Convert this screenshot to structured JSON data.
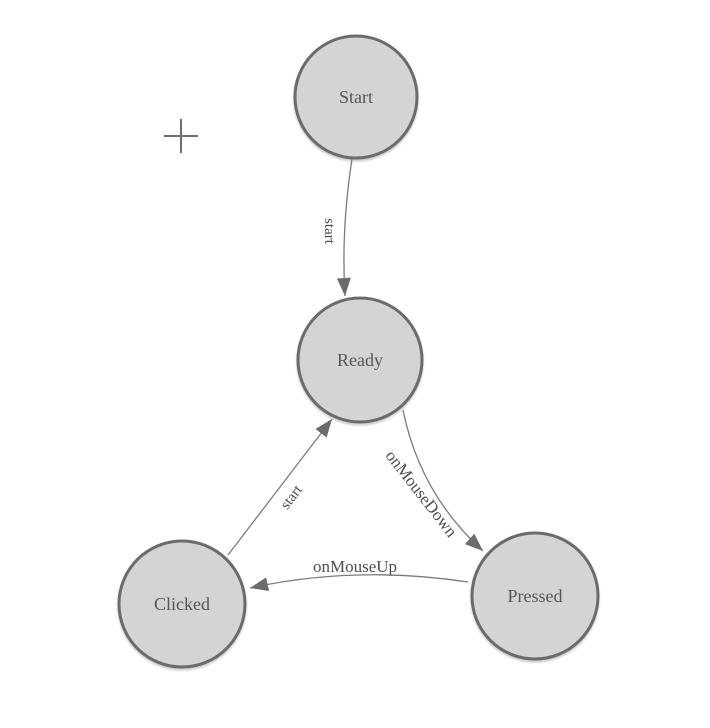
{
  "diagram": {
    "type": "state-machine",
    "colors": {
      "background": "#ffffff",
      "node_fill": "#d4d4d4",
      "node_stroke": "#6b6b6b",
      "edge": "#7b7b7b",
      "arrowhead": "#6b6b6b",
      "node_label": "#55565b",
      "edge_label": "#4d4e53",
      "crosshair": "#6f6f6f"
    },
    "nodes": [
      {
        "id": "start",
        "label": "Start"
      },
      {
        "id": "ready",
        "label": "Ready"
      },
      {
        "id": "pressed",
        "label": "Pressed"
      },
      {
        "id": "clicked",
        "label": "Clicked"
      }
    ],
    "edges": [
      {
        "from": "Start",
        "to": "Ready",
        "label": "start"
      },
      {
        "from": "Ready",
        "to": "Pressed",
        "label": "onMouseDown"
      },
      {
        "from": "Pressed",
        "to": "Clicked",
        "label": "onMouseUp"
      },
      {
        "from": "Clicked",
        "to": "Ready",
        "label": "start"
      }
    ],
    "cursor": {
      "type": "crosshair"
    }
  }
}
